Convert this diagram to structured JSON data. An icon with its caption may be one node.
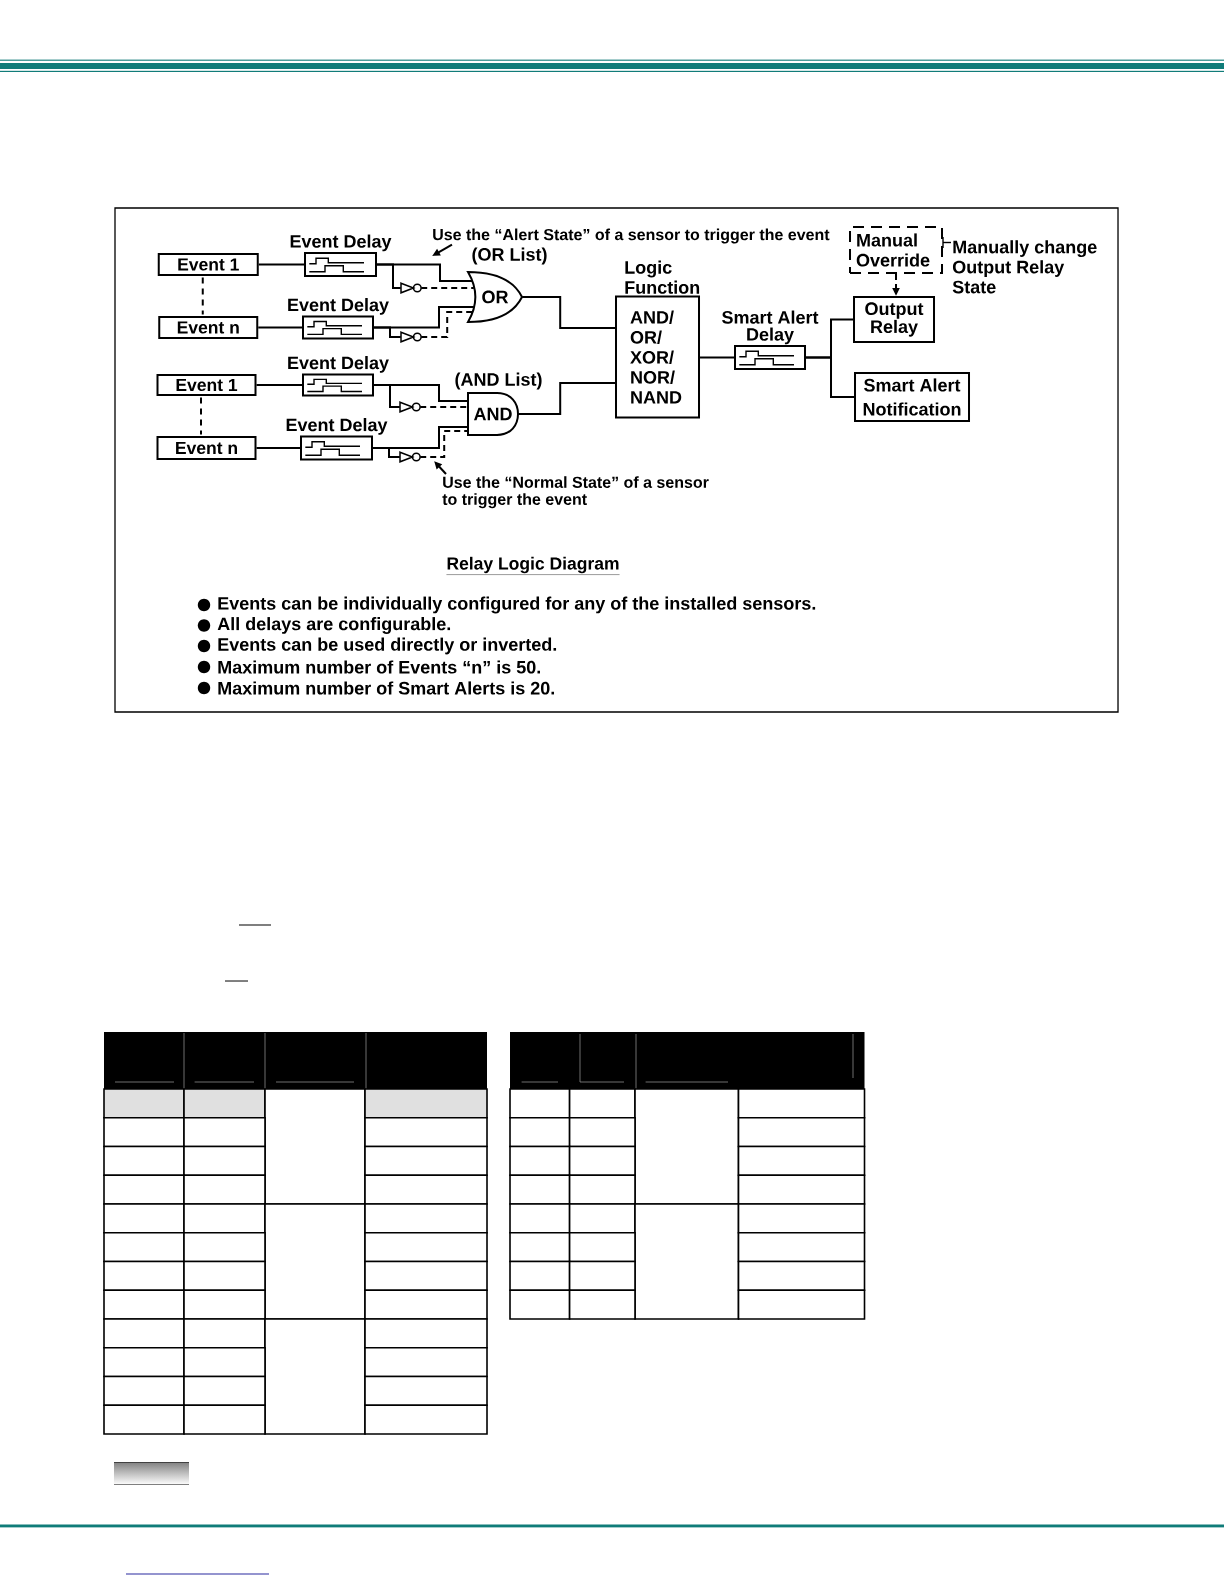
{
  "diagram": {
    "title": "Relay Logic Diagram",
    "nodes": [
      {
        "text": [
          "Event 1"
        ]
      },
      {
        "text": [
          "Event n"
        ]
      },
      {
        "text": [
          "Event 1"
        ]
      },
      {
        "text": [
          "Event n"
        ]
      },
      {
        "text": [
          "Event Delay"
        ]
      },
      {
        "text": [
          "Event Delay"
        ]
      },
      {
        "text": [
          "Event Delay"
        ]
      },
      {
        "text": [
          "Event Delay"
        ]
      },
      {
        "text": [],
        "shape": "triangle"
      },
      {
        "text": [],
        "shape": "triangle"
      },
      {
        "text": [],
        "shape": "triangle"
      },
      {
        "text": [],
        "shape": "triangle"
      },
      {
        "text": [
          "(OR List)",
          "OR"
        ]
      },
      {
        "text": [
          "(AND List)",
          "AND"
        ]
      },
      {
        "text": [
          "Use the “Alert State” of a sensor to trigger the event"
        ]
      },
      {
        "text": [
          "Use the “Normal State” of a sensor to trigger the event"
        ]
      },
      {
        "text": [
          "Logic Function",
          "AND/ OR/ XOR/ NOR/ NAND"
        ]
      },
      {
        "text": [
          "Smart Alert Delay"
        ]
      },
      {
        "text": [
          "Manual Override"
        ],
        "beside": [
          "Manually change Output Relay State"
        ]
      },
      {
        "text": [
          "Output Relay"
        ]
      },
      {
        "text": [
          "Smart Alert Notification"
        ]
      }
    ],
    "edges": [
      {
        "from": 0,
        "to": 1,
        "arrow": "none",
        "style": "dashed"
      },
      {
        "from": 2,
        "to": 3,
        "arrow": "none",
        "style": "dashed"
      },
      {
        "from": 0,
        "to": 4,
        "arrow": "none"
      },
      {
        "from": 1,
        "to": 5,
        "arrow": "none"
      },
      {
        "from": 2,
        "to": 6,
        "arrow": "none"
      },
      {
        "from": 3,
        "to": 7,
        "arrow": "none"
      },
      {
        "from": 4,
        "to": 12,
        "arrow": "none"
      },
      {
        "from": 4,
        "to": 8,
        "arrow": "none"
      },
      {
        "from": 8,
        "to": 12,
        "arrow": "none",
        "style": "dashed"
      },
      {
        "from": 5,
        "to": 12,
        "arrow": "none"
      },
      {
        "from": 5,
        "to": 9,
        "arrow": "none"
      },
      {
        "from": 9,
        "to": 12,
        "arrow": "none",
        "style": "dashed"
      },
      {
        "from": 6,
        "to": 13,
        "arrow": "none"
      },
      {
        "from": 6,
        "to": 10,
        "arrow": "none"
      },
      {
        "from": 10,
        "to": 13,
        "arrow": "none",
        "style": "dashed"
      },
      {
        "from": 7,
        "to": 13,
        "arrow": "none"
      },
      {
        "from": 7,
        "to": 11,
        "arrow": "none"
      },
      {
        "from": 11,
        "to": 13,
        "arrow": "none",
        "style": "dashed"
      },
      {
        "from": 12,
        "to": 16,
        "arrow": "none"
      },
      {
        "from": 13,
        "to": 16,
        "arrow": "none"
      },
      {
        "from": 16,
        "to": 17,
        "arrow": "none"
      },
      {
        "from": 17,
        "to": 19,
        "arrow": "none"
      },
      {
        "from": 17,
        "to": 20,
        "arrow": "none"
      },
      {
        "from": 18,
        "to": 19,
        "arrow": "to",
        "style": "dashed"
      },
      {
        "from": 14,
        "to": null,
        "arrow": "to"
      },
      {
        "from": 15,
        "to": null,
        "arrow": "to"
      }
    ],
    "labels": [
      "Events can be individually configured for any of the installed sensors.",
      "All delays are configurable.",
      "Events can be used directly or inverted.",
      "Maximum number of Events “n” is 50.",
      "Maximum number of Smart Alerts is 20."
    ]
  }
}
